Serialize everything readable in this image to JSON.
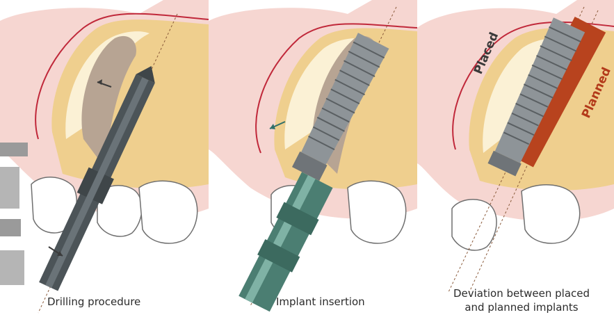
{
  "panels": [
    {
      "caption": "Drilling procedure"
    },
    {
      "caption": "Implant insertion"
    },
    {
      "caption_line1": "Deviation between placed",
      "caption_line2": "and planned implants",
      "label_placed": "Placed",
      "label_planned": "Planned"
    }
  ],
  "colors": {
    "gum": "#f6d6d1",
    "gum_outline": "#c0283a",
    "bone": "#efcf8e",
    "bone_inner": "#f4dba6",
    "cortical": "#fbf1d5",
    "cavity": "#b7a493",
    "tooth_fill": "#ffffff",
    "tooth_outline": "#6f6f6f",
    "drill": "#4c5458",
    "implant": "#8e9498",
    "driver": "#4b7e72",
    "planned": "#b8431e",
    "axis": "#8a5a3a"
  },
  "icons": [
    "drill-icon",
    "implant-icon",
    "arrow-icon"
  ]
}
